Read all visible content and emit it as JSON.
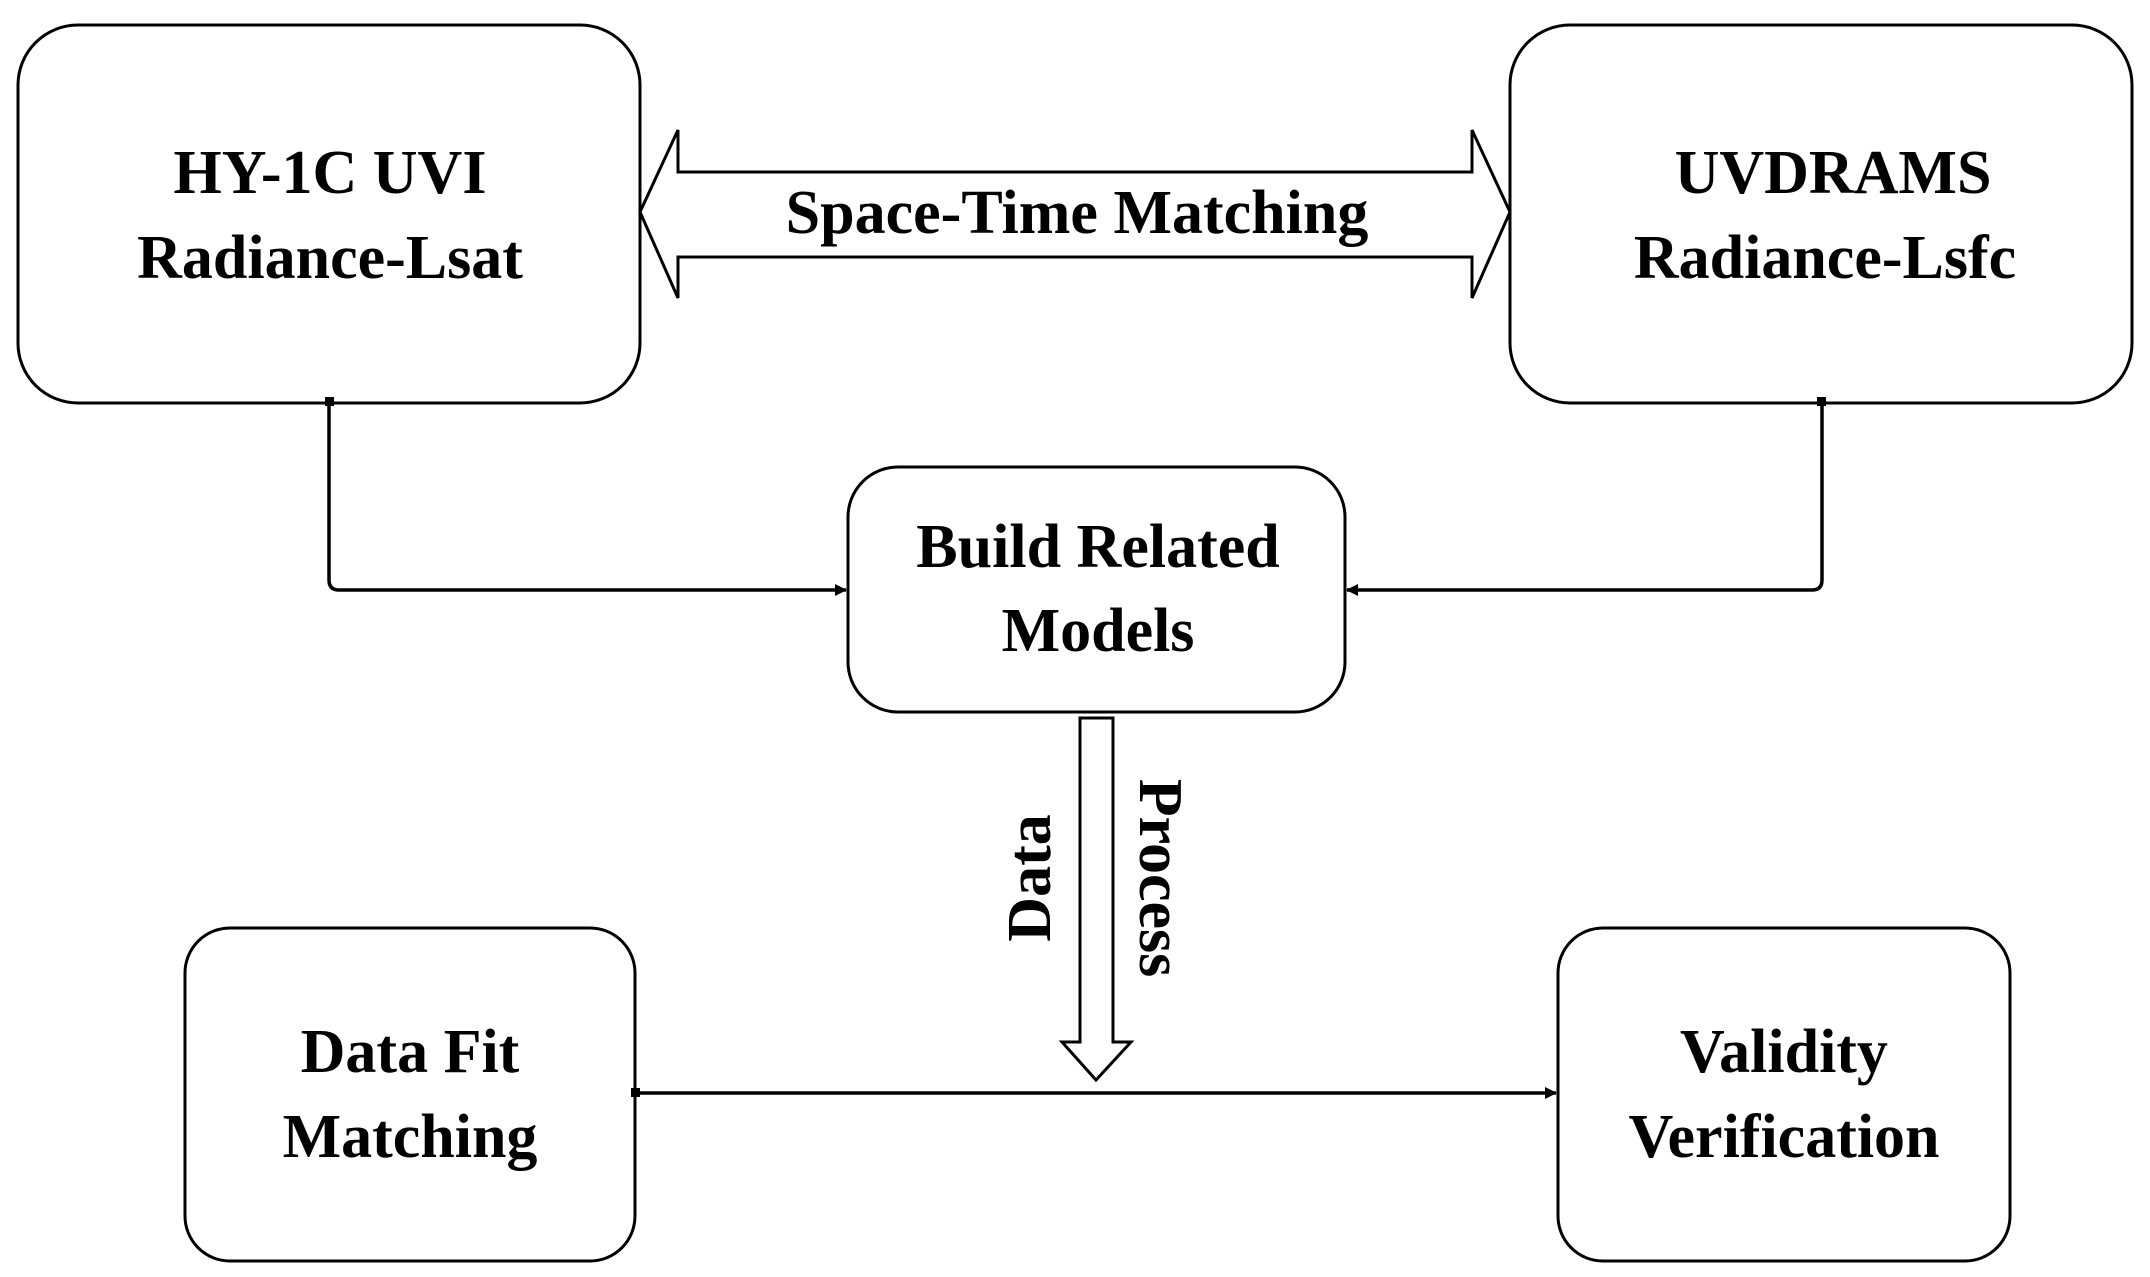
{
  "nodes": {
    "hy1c": {
      "line1": "HY-1C UVI",
      "line2": "Radiance-Lsat"
    },
    "uvdrams": {
      "line1": "UVDRAMS",
      "line2": "Radiance-Lsfc"
    },
    "build": {
      "line1": "Build Related",
      "line2": "Models"
    },
    "datafit": {
      "line1": "Data Fit",
      "line2": "Matching"
    },
    "validity": {
      "line1": "Validity",
      "line2": "Verification"
    }
  },
  "edges": {
    "space_time": "Space-Time Matching",
    "data_label": "Data",
    "process_label": "Process"
  },
  "colors": {
    "stroke": "#000000",
    "text": "#000000",
    "background": "#ffffff"
  }
}
